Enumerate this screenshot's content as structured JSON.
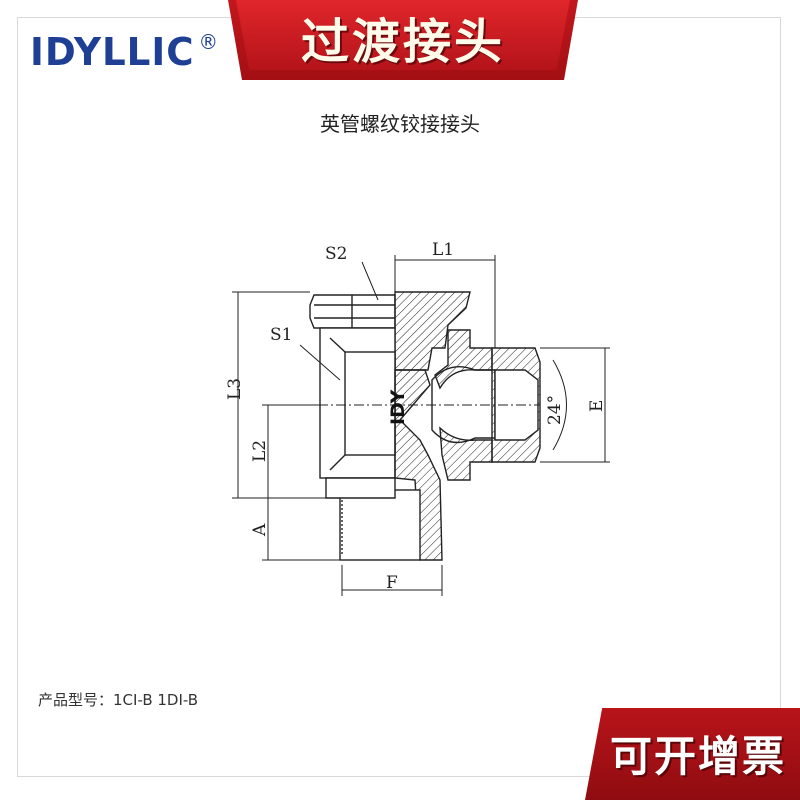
{
  "brand": {
    "logo_text": "IDYLLIC",
    "registered_mark": "®"
  },
  "header": {
    "title": "过渡接头"
  },
  "drawing": {
    "caption": "英管螺纹铰接接头",
    "center_mark": "IDY",
    "labels": {
      "s2": "S2",
      "s1": "S1",
      "l1": "L1",
      "l2": "L2",
      "l3": "L3",
      "a": "A",
      "f": "F",
      "e": "E",
      "angle": "24°"
    }
  },
  "product": {
    "model_line": "产品型号：1CI-B 1DI-B"
  },
  "footer": {
    "badge": "可开增票"
  },
  "colors": {
    "brand_blue": "#1f3f95",
    "banner_red": "#c2171c",
    "line": "#222222"
  }
}
